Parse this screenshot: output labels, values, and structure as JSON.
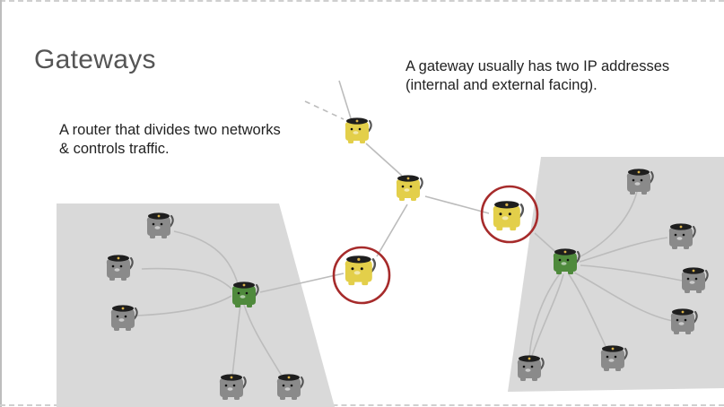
{
  "slide": {
    "title": "Gateways",
    "router_caption": "A router that divides two networks & controls traffic.",
    "gateway_caption": "A gateway usually has two IP addresses (internal and external facing)."
  },
  "colors": {
    "network_fill": "#d9d9d9",
    "link_line": "#bcbcbc",
    "host_gray": "#8a8a8a",
    "router_green": "#4f8a3c",
    "internet_yellow": "#e3cf4a",
    "highlight_ring": "#a62b2b"
  },
  "diagram": {
    "node_icon": "bear-with-cap-icon",
    "highlighted_nodes": "gateway"
  }
}
